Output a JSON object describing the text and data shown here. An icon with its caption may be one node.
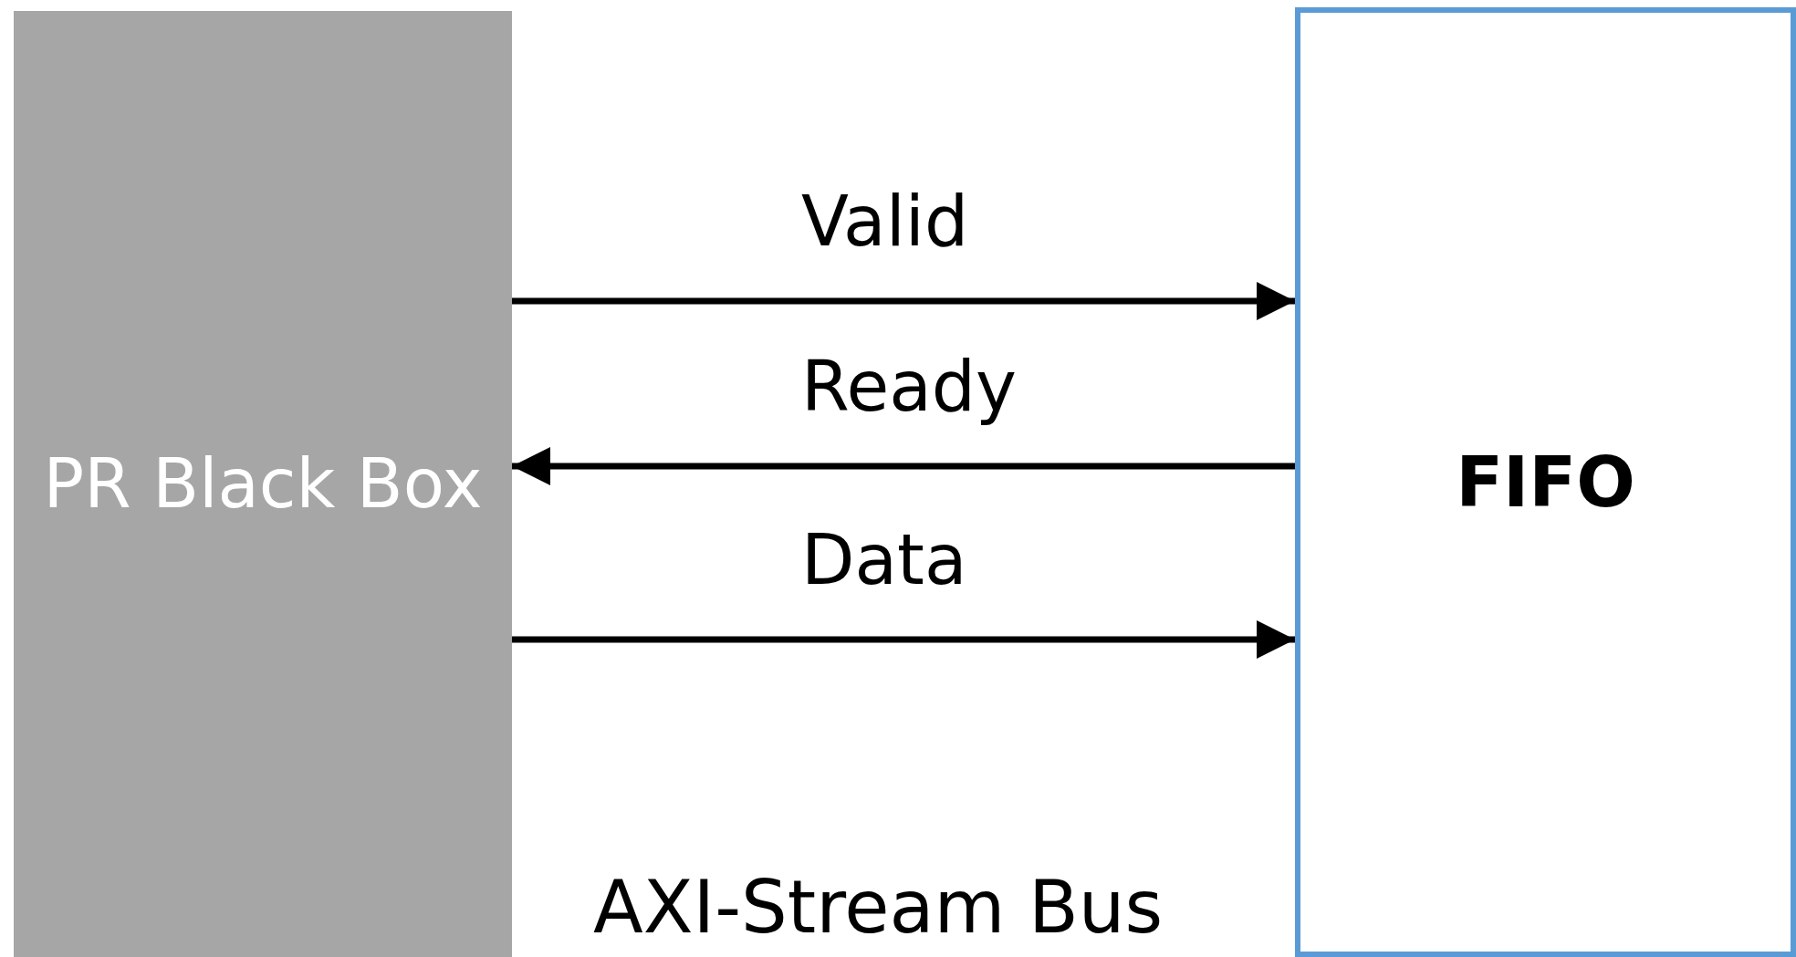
{
  "diagram": {
    "nodes": [
      {
        "text": [
          "PR Black Box"
        ]
      },
      {
        "text": [
          "FIFO"
        ]
      }
    ],
    "edges": [
      {
        "from": 0,
        "to": 1,
        "arrow": "to",
        "label": "Valid"
      },
      {
        "from": 1,
        "to": 0,
        "arrow": "to",
        "label": "Ready"
      },
      {
        "from": 0,
        "to": 1,
        "arrow": "to",
        "label": "Data"
      }
    ],
    "labels": [
      "AXI-Stream Bus"
    ]
  }
}
